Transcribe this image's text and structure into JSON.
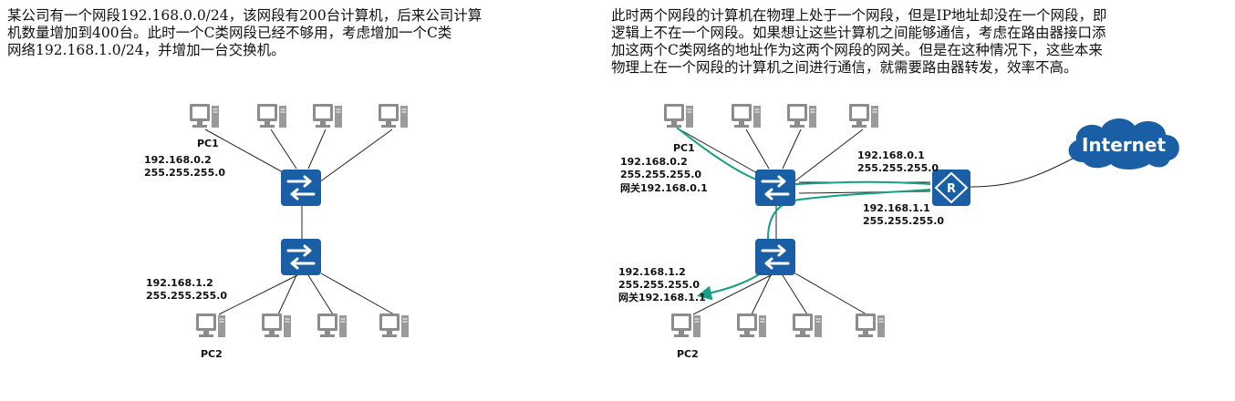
{
  "left": {
    "paragraph": [
      "某公司有一个网段192.168.0.0/24，该网段有200台计算机，后来公司计算",
      "机数量增加到400台。此时一个C类网段已经不够用，考虑增加一个C类",
      "网络192.168.1.0/24，并增加一台交换机。"
    ],
    "pc1_name": "PC1",
    "pc1_ip": "192.168.0.2",
    "pc1_mask": "255.255.255.0",
    "pc2_ip": "192.168.1.2",
    "pc2_mask": "255.255.255.0",
    "pc2_name": "PC2"
  },
  "right": {
    "paragraph": [
      "此时两个网段的计算机在物理上处于一个网段，但是IP地址却没在一个网段，即",
      "逻辑上不在一个网段。如果想让这些计算机之间能够通信，考虑在路由器接口添",
      "加这两个C类网络的地址作为这两个网段的网关。但是在这种情况下，这些本来",
      "物理上在一个网段的计算机之间进行通信，就需要路由器转发，效率不高。"
    ],
    "pc1_name": "PC1",
    "pc1_ip": "192.168.0.2",
    "pc1_mask": "255.255.255.0",
    "pc1_gateway": "网关192.168.0.1",
    "router_if1_ip": "192.168.0.1",
    "router_if1_mask": "255.255.255.0",
    "router_if2_ip": "192.168.1.1",
    "router_if2_mask": "255.255.255.0",
    "pc2_ip": "192.168.1.2",
    "pc2_mask": "255.255.255.0",
    "pc2_gateway": "网关192.168.1.1",
    "pc2_name": "PC2",
    "router_letter": "R",
    "cloud_label": "Internet"
  },
  "colors": {
    "switch_blue": "#1a5fa6",
    "router_blue": "#1a5fa6",
    "path_green": "#14a085",
    "pc_gray": "#8c8c8c",
    "link_black": "#222222"
  }
}
